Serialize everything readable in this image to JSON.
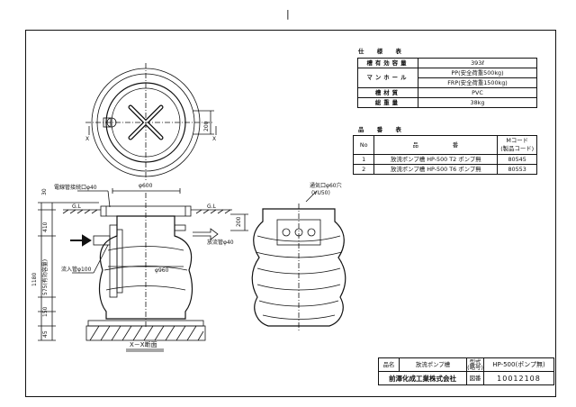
{
  "top_mark": "|",
  "spec": {
    "caption": "仕　様　表",
    "rows": [
      {
        "k": "槽有効容量",
        "v": "393ℓ"
      },
      {
        "k": "マンホール",
        "v": "PP(安全荷重500kg)",
        "v2": "FRP(安全荷重1500kg)"
      },
      {
        "k": "槽材質",
        "v": "PVC"
      },
      {
        "k": "総重量",
        "v": "38kg"
      }
    ]
  },
  "parts": {
    "caption": "品　番　表",
    "head": {
      "no": "No",
      "name": "品　　　　　番",
      "code": "Mコード",
      "code2": "(製品コード)"
    },
    "rows": [
      {
        "no": "1",
        "name": "放流ポンプ槽 HP-500 T2 ポンプ無",
        "code": "80545"
      },
      {
        "no": "2",
        "name": "放流ポンプ槽 HP-500 T6 ポンプ無",
        "code": "80553"
      }
    ]
  },
  "labels": {
    "cable_port": "電線管接続口φ40",
    "d600": "φ600",
    "gl_left": "G.L",
    "gl_right": "G.L",
    "dim_30": "30",
    "dim_410": "410",
    "dim_1180": "1180",
    "dim_575": "575(有効容量)",
    "dim_150": "150",
    "dim_45": "45",
    "dim_200_side": "200",
    "dim_200_top": "200",
    "inlet": "流入管φ100",
    "outlet": "放流管φ40",
    "d960": "φ960",
    "vent": "通気口φ60穴",
    "vent2": "(VU50)",
    "section": "X－X断面",
    "x_left": "X",
    "x_right": "X"
  },
  "title_block": {
    "item_label": "品名",
    "item_name": "放流ポンプ槽",
    "model_label": "型式",
    "model_label2": "(略号)",
    "model": "HP-500(ポンプ無)",
    "company": "前澤化成工業株式会社",
    "drawing_label": "図番",
    "drawing_no": "10012108"
  }
}
